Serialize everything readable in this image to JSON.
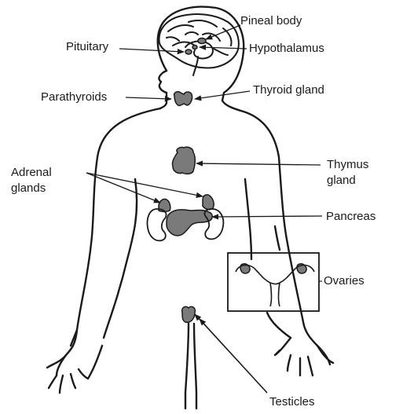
{
  "labels": {
    "pineal_body": "Pineal body",
    "pituitary": "Pituitary",
    "hypothalamus": "Hypothalamus",
    "parathyroids": "Parathyroids",
    "thyroid_gland": "Thyroid gland",
    "adrenal_line1": "Adrenal",
    "adrenal_line2": "glands",
    "thymus_line1": "Thymus",
    "thymus_line2": "gland",
    "pancreas": "Pancreas",
    "ovaries": "Ovaries",
    "testicles": "Testicles"
  },
  "colors": {
    "ink": "#1a1a1a",
    "gland_fill": "#7a7a7a",
    "background": "#ffffff"
  }
}
